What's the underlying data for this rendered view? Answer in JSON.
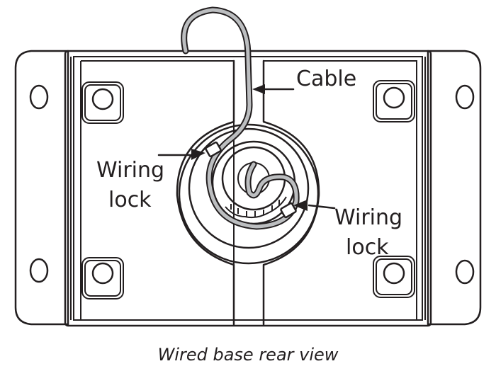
{
  "labels": {
    "cable": "Cable",
    "wiring_lock_left_line1": "Wiring",
    "wiring_lock_left_line2": "lock",
    "wiring_lock_right_line1": "Wiring",
    "wiring_lock_right_line2": "lock"
  },
  "caption": "Wired base rear view",
  "colors": {
    "line": "#231f20",
    "cable": "#bcbec0",
    "background": "#ffffff"
  }
}
